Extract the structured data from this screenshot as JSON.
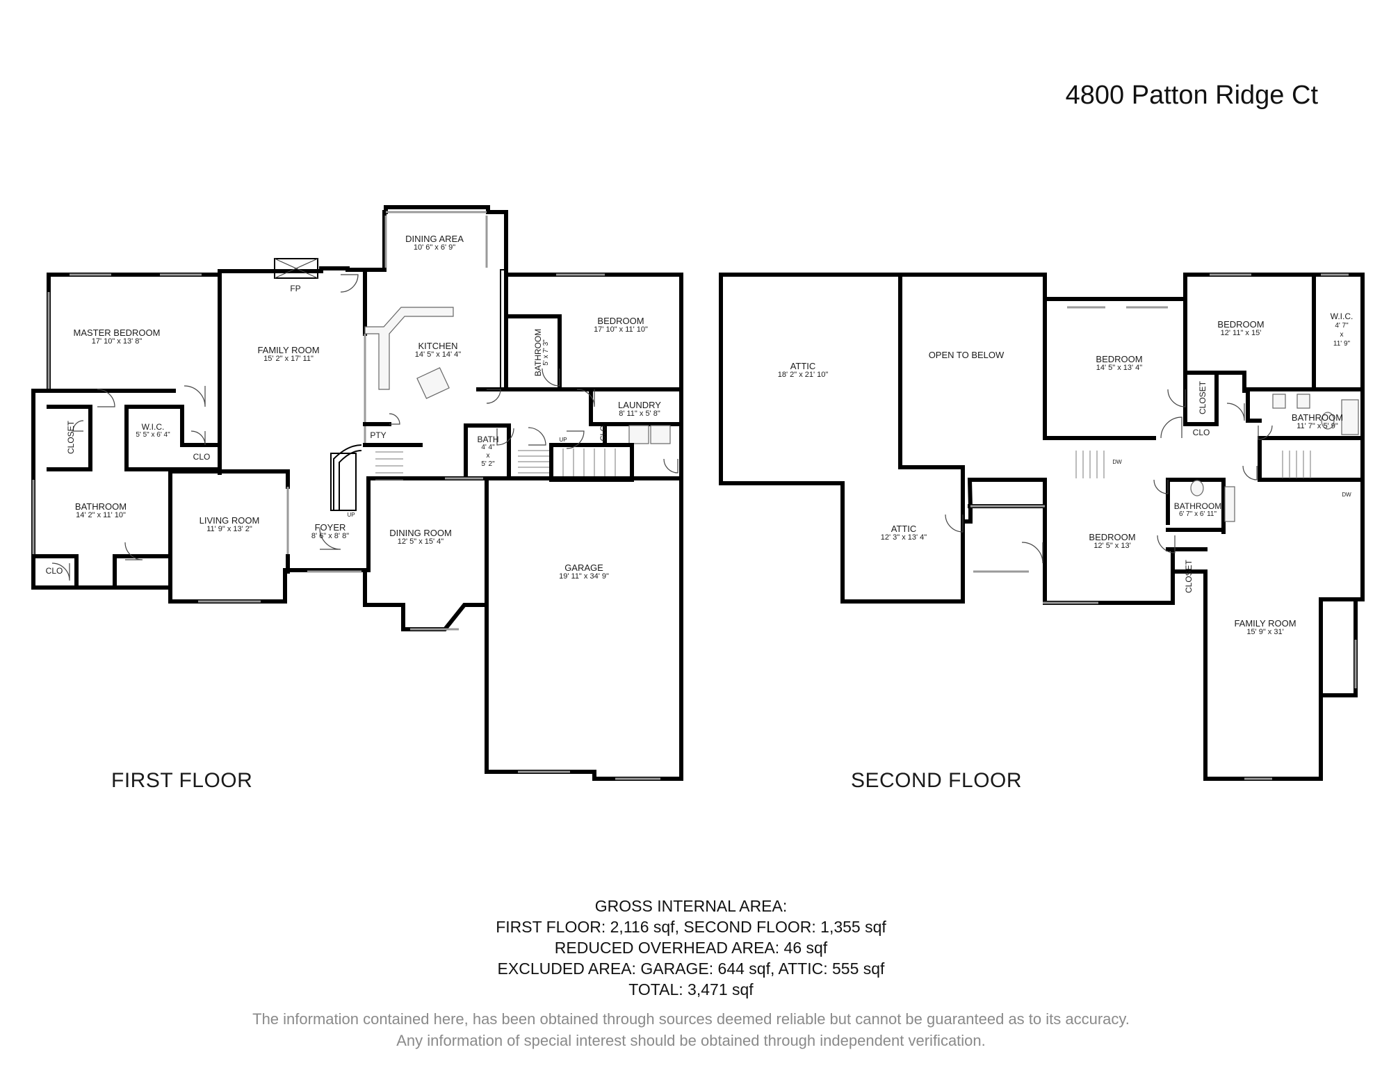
{
  "address": "4800 Patton Ridge Ct",
  "floors": {
    "first": {
      "label": "FIRST FLOOR",
      "rooms": [
        {
          "name": "MASTER BEDROOM",
          "dims": "17' 10\" x 13' 8\""
        },
        {
          "name": "FAMILY ROOM",
          "dims": "15' 2\" x 17' 11\""
        },
        {
          "name": "DINING AREA",
          "dims": "10' 6\" x 6' 9\""
        },
        {
          "name": "KITCHEN",
          "dims": "14' 5\" x 14' 4\""
        },
        {
          "name": "BEDROOM",
          "dims": "17' 10\" x 11' 10\""
        },
        {
          "name": "BATHROOM",
          "dims": "5' x 7' 3\""
        },
        {
          "name": "LAUNDRY",
          "dims": "8' 11\" x 5' 8\""
        },
        {
          "name": "W.I.C.",
          "dims": "5' 5\" x 6' 4\""
        },
        {
          "name": "BATHROOM",
          "dims": "14' 2\" x 11' 10\""
        },
        {
          "name": "LIVING ROOM",
          "dims": "11' 9\" x 13' 2\""
        },
        {
          "name": "FOYER",
          "dims": "8' 6\" x 8' 8\""
        },
        {
          "name": "DINING ROOM",
          "dims": "12' 5\" x 15' 4\""
        },
        {
          "name": "GARAGE",
          "dims": "19' 11\" x 34' 9\""
        },
        {
          "name": "BATH",
          "dims": "4' 4\"",
          "dims_x": "x",
          "dims2": "5' 2\""
        }
      ],
      "small_labels": {
        "closet": "CLOSET",
        "clo": "CLO",
        "pty": "PTY",
        "fp": "FP",
        "up": "UP"
      }
    },
    "second": {
      "label": "SECOND FLOOR",
      "rooms": [
        {
          "name": "ATTIC",
          "dims": "18' 2\" x 21' 10\""
        },
        {
          "name": "OPEN TO BELOW",
          "dims": ""
        },
        {
          "name": "BEDROOM",
          "dims": "14' 5\" x 13' 4\""
        },
        {
          "name": "BEDROOM",
          "dims": "12' 11\" x 15'"
        },
        {
          "name": "W.I.C.",
          "dims": "4' 7\"",
          "dims_x": "x",
          "dims2": "11' 9\""
        },
        {
          "name": "BATHROOM",
          "dims": "11' 7\" x 5' 9\""
        },
        {
          "name": "ATTIC",
          "dims": "12' 3\" x 13' 4\""
        },
        {
          "name": "BEDROOM",
          "dims": "12' 5\" x 13'"
        },
        {
          "name": "BATHROOM",
          "dims": "6' 7\" x 6' 11\""
        },
        {
          "name": "FAMILY ROOM",
          "dims": "15' 9\" x 31'"
        }
      ],
      "small_labels": {
        "closet": "CLOSET",
        "clo": "CLO",
        "dw": "DW"
      }
    }
  },
  "area_summary": {
    "heading": "GROSS INTERNAL AREA:",
    "line1": "FIRST FLOOR: 2,116 sqf, SECOND FLOOR: 1,355 sqf",
    "line2": "REDUCED OVERHEAD AREA: 46 sqf",
    "line3": "EXCLUDED AREA: GARAGE: 644 sqf, ATTIC: 555 sqf",
    "line4": "TOTAL: 3,471 sqf"
  },
  "disclaimer": {
    "line1": "The information contained here, has been obtained through sources deemed reliable but cannot be guaranteed as to its accuracy.",
    "line2": "Any information of special interest should be obtained through independent verification."
  }
}
